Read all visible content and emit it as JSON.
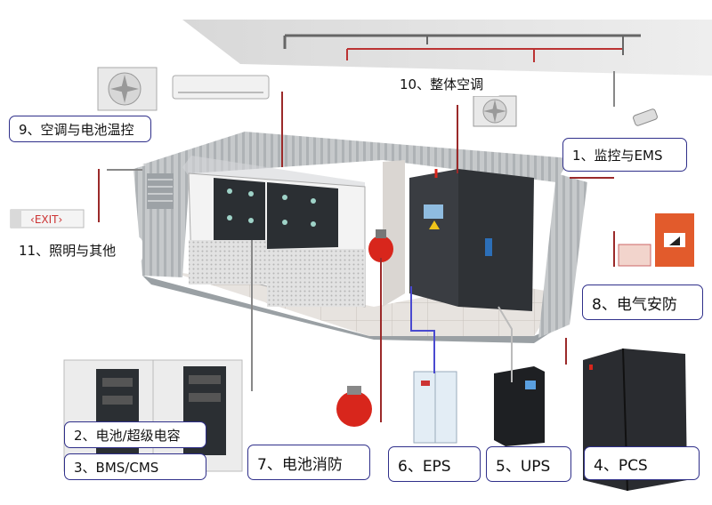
{
  "labels": {
    "monitor_ems": "1、监控与EMS",
    "battery_supercap": "2、电池/超级电容",
    "bms_cms": "3、BMS/CMS",
    "pcs": "4、PCS",
    "ups": "5、UPS",
    "eps": "6、EPS",
    "battery_fire": "7、电池消防",
    "electrical_security": "8、电气安防",
    "ac_battery_temp": "9、空调与电池温控",
    "integrated_ac": "10、整体空调",
    "lighting_other": "11、照明与其他"
  },
  "exit_sign": "EXIT",
  "colors": {
    "label_border": "#2f2f8a",
    "container": "#c9ccce",
    "leader_line": "#9b2a2a",
    "cabinet_dark": "#3a3d42",
    "fire_red": "#d8261c"
  }
}
